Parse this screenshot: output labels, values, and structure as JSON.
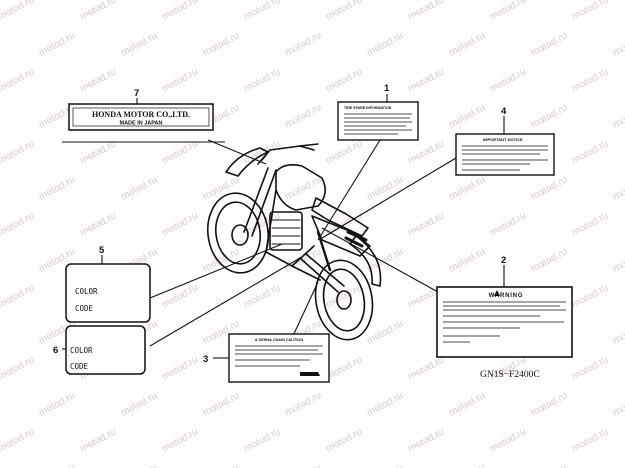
{
  "watermark": {
    "text": "motod.ru",
    "color": "#e3c9c9"
  },
  "callouts": [
    "1",
    "2",
    "3",
    "4",
    "5",
    "6",
    "7"
  ],
  "labels": {
    "l1_header": "TIRE SPARE INFORMATION",
    "l2_header": "WARNING",
    "l3_header": "A SENHA CHAIN CAUTION",
    "l4_header": "IMPORTANT NOTICE",
    "l5_line1": "COLOR",
    "l5_line2": "CODE",
    "l6_line1": "COLOR",
    "l6_line2": "CODE",
    "l7_line1": "HONDA MOTOR CO.,LTD.",
    "l7_line2": "MADE IN JAPAN"
  },
  "part_code": "GN1S−F2400C"
}
